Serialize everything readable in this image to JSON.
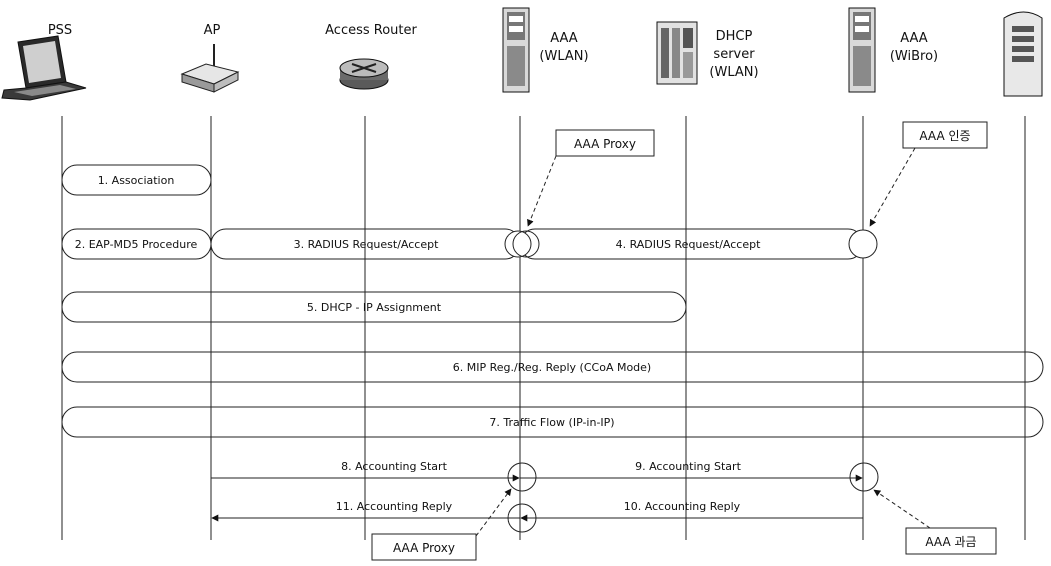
{
  "entities": {
    "pss": "PSS",
    "ap": "AP",
    "access_router": "Access Router",
    "aaa_wlan": [
      "AAA",
      "(WLAN)"
    ],
    "dhcp": [
      "DHCP",
      "server",
      "(WLAN)"
    ],
    "aaa_wibro": [
      "AAA",
      "(WiBro)"
    ]
  },
  "callouts": {
    "aaa_proxy_top": "AAA Proxy",
    "aaa_auth": "AAA 인증",
    "aaa_proxy_bottom": "AAA Proxy",
    "aaa_billing": "AAA 과금"
  },
  "steps": {
    "s1": "1. Association",
    "s2": "2. EAP-MD5 Procedure",
    "s3": "3. RADIUS Request/Accept",
    "s4": "4. RADIUS Request/Accept",
    "s5": "5. DHCP - IP Assignment",
    "s6": "6. MIP Reg./Reg. Reply (CCoA Mode)",
    "s7": "7. Traffic Flow (IP-in-IP)",
    "s8": "8. Accounting Start",
    "s9": "9. Accounting Start",
    "s10": "10. Accounting Reply",
    "s11": "11. Accounting Reply"
  },
  "icons": {
    "pss": "laptop-icon",
    "ap": "access-point-icon",
    "access_router": "router-icon",
    "aaa_wlan": "server-tower-icon",
    "dhcp": "server-rack-icon",
    "aaa_wibro": "server-tower-icon",
    "ha": "server-tower-icon"
  }
}
